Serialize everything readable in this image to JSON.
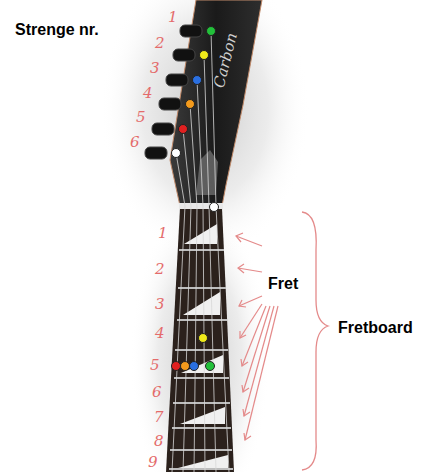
{
  "diagram": {
    "labels": [
      "Strenge nr.",
      "1",
      "2",
      "3",
      "4",
      "5",
      "6",
      "Carbon",
      "1",
      "2",
      "3",
      "4",
      "5",
      "6",
      "7",
      "8",
      "9",
      "Fret",
      "Fretboard"
    ]
  }
}
